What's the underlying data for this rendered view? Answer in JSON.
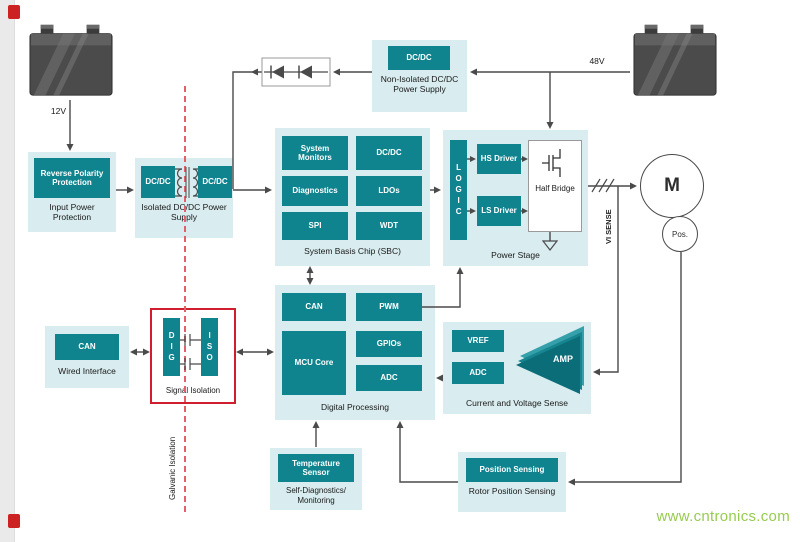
{
  "page": {
    "watermark": "www.cntronics.com"
  },
  "labels": {
    "v12": "12V",
    "v48": "48V",
    "galvanic_isolation": "Galvanic Isolation",
    "vi_sense": "VI SENSE",
    "motor": "M",
    "position": "Pos."
  },
  "blocks": {
    "input_protection": {
      "chip": "Reverse Polarity Protection",
      "label": "Input Power Protection"
    },
    "isolated_supply": {
      "chip_left": "DC/DC",
      "chip_right": "DC/DC",
      "label": "Isolated DC/DC Power Supply"
    },
    "non_isolated_supply": {
      "chip": "DC/DC",
      "label": "Non-Isolated DC/DC Power Supply"
    },
    "sbc": {
      "chips": [
        "System Monitors",
        "DC/DC",
        "Diagnostics",
        "LDOs",
        "SPI",
        "WDT"
      ],
      "label": "System Basis Chip (SBC)"
    },
    "power_stage": {
      "logic": "LOGIC",
      "hs_driver": "HS Driver",
      "ls_driver": "LS Driver",
      "half_bridge": "Half Bridge",
      "label": "Power Stage"
    },
    "digital_processing": {
      "chips": [
        "CAN",
        "PWM",
        "MCU Core",
        "GPIOs",
        "ADC"
      ],
      "label": "Digital Processing"
    },
    "current_voltage_sense": {
      "chips": [
        "VREF",
        "ADC"
      ],
      "amp": "AMP",
      "label": "Current and Voltage Sense"
    },
    "wired_interface": {
      "chip": "CAN",
      "label": "Wired Interface"
    },
    "signal_isolation": {
      "dig": "DIG",
      "iso": "ISO",
      "label": "Signal Isolation"
    },
    "self_diagnostics": {
      "chip": "Temperature Sensor",
      "label": "Self-Diagnostics/ Monitoring"
    },
    "rotor_position": {
      "chip": "Position Sensing",
      "label": "Rotor Position Sensing"
    }
  },
  "colors": {
    "chip_teal": "#0f838e",
    "container_blue": "#d9ecef",
    "isolation_red": "#cf1f2e",
    "watermark_green": "#8cc63e"
  }
}
